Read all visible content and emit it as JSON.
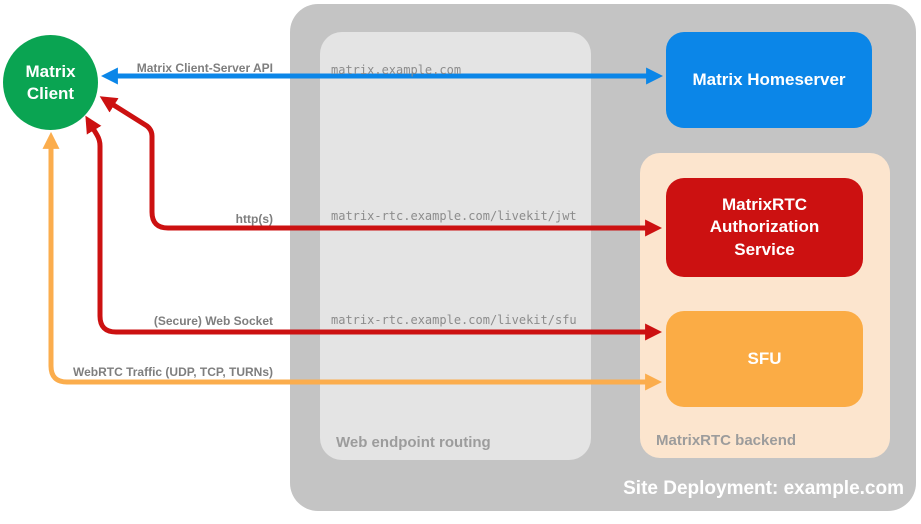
{
  "title": "MatrixRTC site deployment diagram",
  "colors": {
    "client_green": "#0aa452",
    "homeserver_blue": "#0b86e8",
    "auth_red": "#cc1111",
    "arrow_red": "#cc1111",
    "sfu_orange": "#fbac45",
    "arrow_orange": "#fbad4d",
    "backend_peach": "#fce5ce",
    "site_gray": "#c4c4c4",
    "routing_gray": "#e4e4e4",
    "edge_label_gray": "#7e7e7e",
    "edge_url_gray": "#8c8c8c",
    "container_label_gray": "#9c9c9c"
  },
  "nodes": {
    "client": {
      "label": "Matrix Client"
    },
    "homeserver": {
      "label": "Matrix Homeserver"
    },
    "auth_service": {
      "label": "MatrixRTC Authorization Service"
    },
    "sfu": {
      "label": "SFU"
    }
  },
  "containers": {
    "site": {
      "label": "Site Deployment: example.com"
    },
    "routing": {
      "label": "Web endpoint routing"
    },
    "backend": {
      "label": "MatrixRTC backend"
    }
  },
  "edges": [
    {
      "label": "Matrix Client-Server API",
      "endpoint": "matrix.example.com",
      "color": "blue",
      "from": "Matrix Client",
      "to": "Matrix Homeserver"
    },
    {
      "label": "http(s)",
      "endpoint": "matrix-rtc.example.com/livekit/jwt",
      "color": "red",
      "from": "Matrix Client",
      "to": "MatrixRTC Authorization Service"
    },
    {
      "label": "(Secure) Web Socket",
      "endpoint": "matrix-rtc.example.com/livekit/sfu",
      "color": "red",
      "from": "Matrix Client",
      "to": "SFU"
    },
    {
      "label": "WebRTC Traffic (UDP, TCP, TURNs)",
      "endpoint": "",
      "color": "orange",
      "from": "Matrix Client",
      "to": "SFU"
    }
  ]
}
